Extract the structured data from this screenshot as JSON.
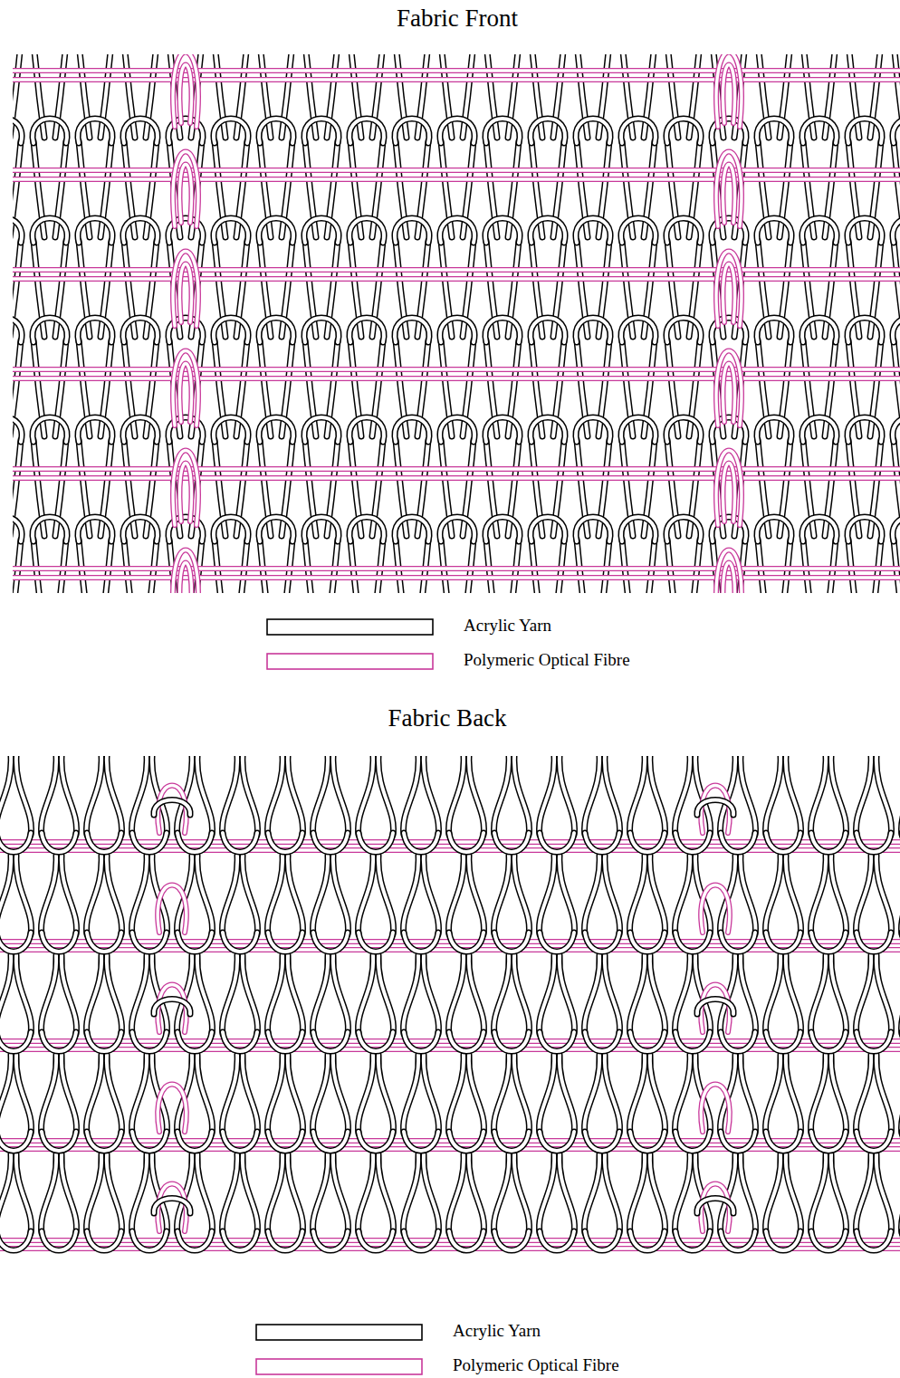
{
  "diagram": {
    "labels": [
      "Fabric Front",
      "Fabric Back"
    ],
    "legend": [
      {
        "text": "Acrylic Yarn"
      },
      {
        "text": "Polymeric Optical Fibre"
      },
      {
        "text": "Acrylic Yarn"
      },
      {
        "text": "Polymeric Optical Fibre"
      }
    ]
  }
}
